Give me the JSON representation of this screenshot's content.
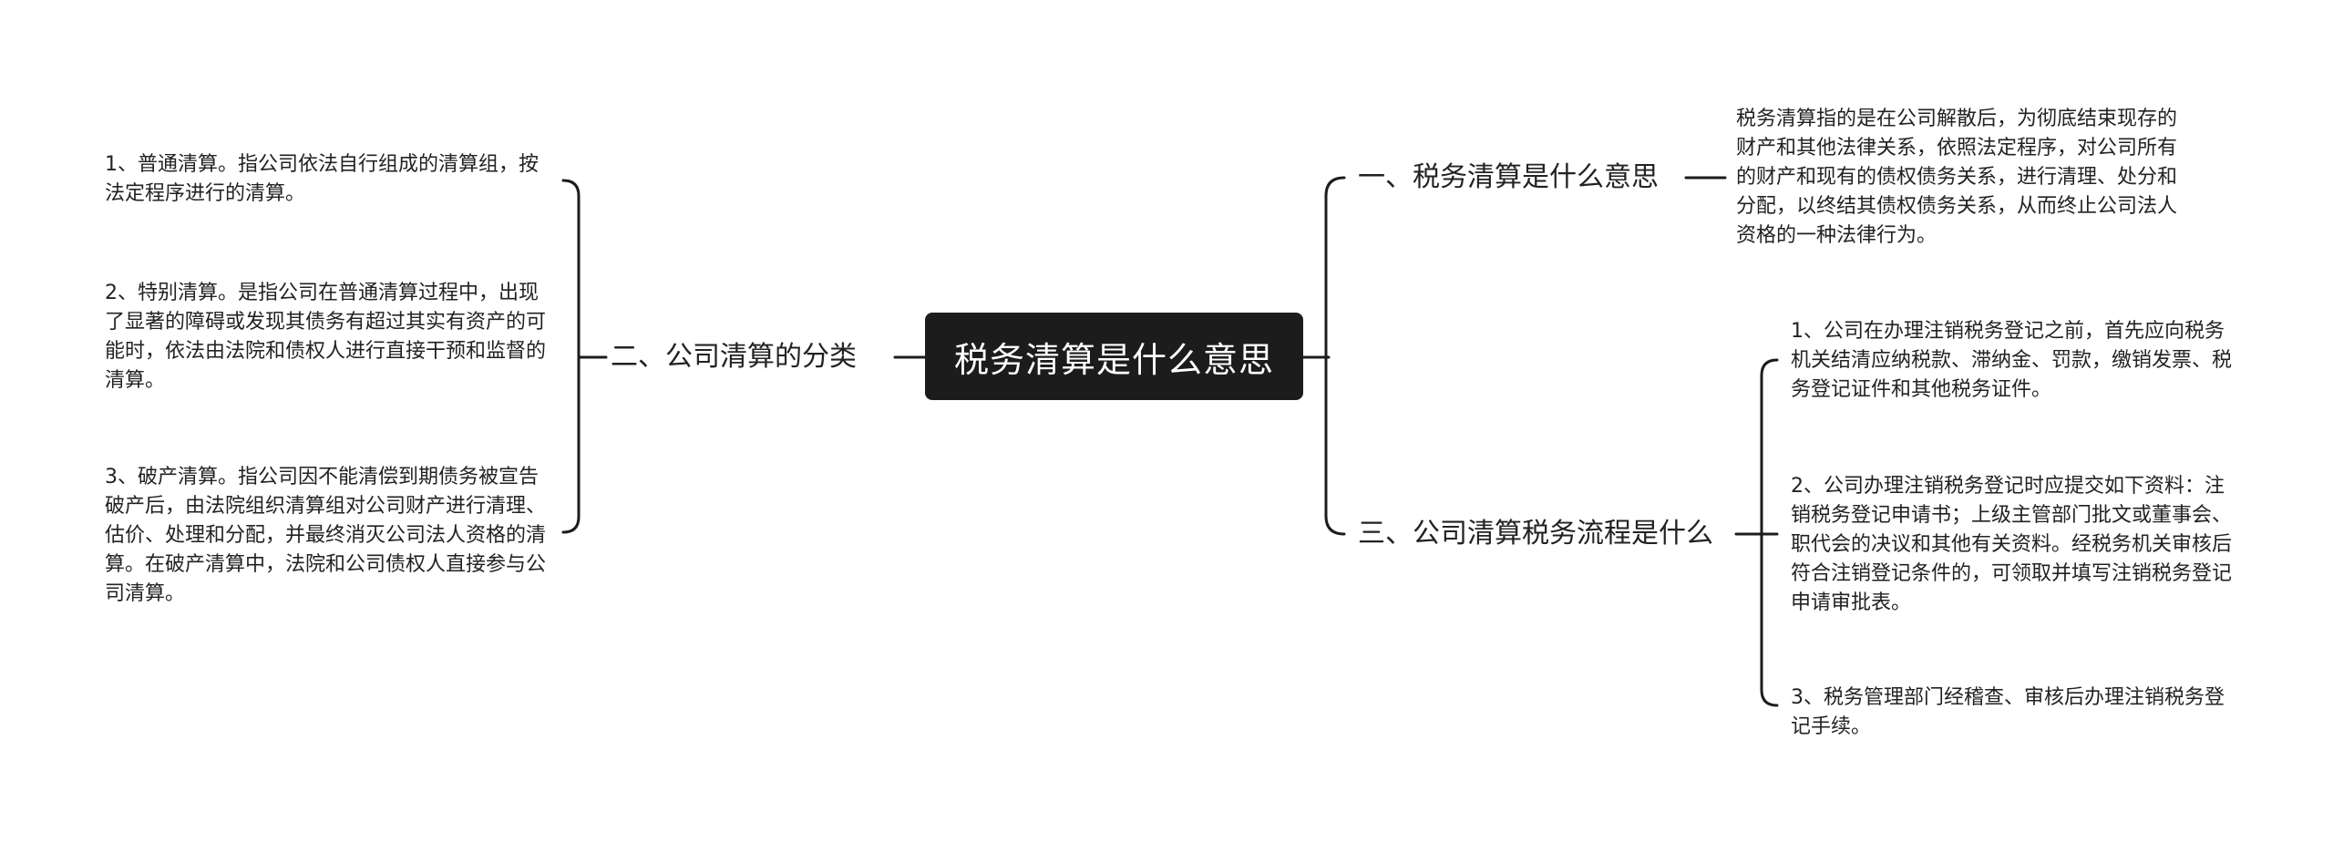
{
  "root": {
    "label": "税务清算是什么意思"
  },
  "branches": [
    {
      "label": "二、公司清算的分类",
      "children": [
        "1、普通清算。指公司依法自行组成的清算组，按法定程序进行的清算。",
        "2、特别清算。是指公司在普通清算过程中，出现了显著的障碍或发现其债务有超过其实有资产的可能时，依法由法院和债权人进行直接干预和监督的清算。",
        "3、破产清算。指公司因不能清偿到期债务被宣告破产后，由法院组织清算组对公司财产进行清理、估价、处理和分配，并最终消灭公司法人资格的清算。在破产清算中，法院和公司债权人直接参与公司清算。"
      ]
    },
    {
      "label": "一、税务清算是什么意思",
      "children": [
        "税务清算指的是在公司解散后，为彻底结束现存的财产和其他法律关系，依照法定程序，对公司所有的财产和现有的债权债务关系，进行清理、处分和分配，以终结其债权债务关系，从而终止公司法人资格的一种法律行为。"
      ]
    },
    {
      "label": "三、公司清算税务流程是什么",
      "children": [
        "1、公司在办理注销税务登记之前，首先应向税务机关结清应纳税款、滞纳金、罚款，缴销发票、税务登记证件和其他税务证件。",
        "2、公司办理注销税务登记时应提交如下资料：注销税务登记申请书；上级主管部门批文或董事会、职代会的决议和其他有关资料。经税务机关审核后符合注销登记条件的，可领取并填写注销税务登记申请审批表。",
        "3、税务管理部门经稽查、审核后办理注销税务登记手续。"
      ]
    }
  ],
  "colors": {
    "line": "#1c1c1c",
    "root_bg": "#1c1c1c",
    "root_text": "#ffffff"
  }
}
